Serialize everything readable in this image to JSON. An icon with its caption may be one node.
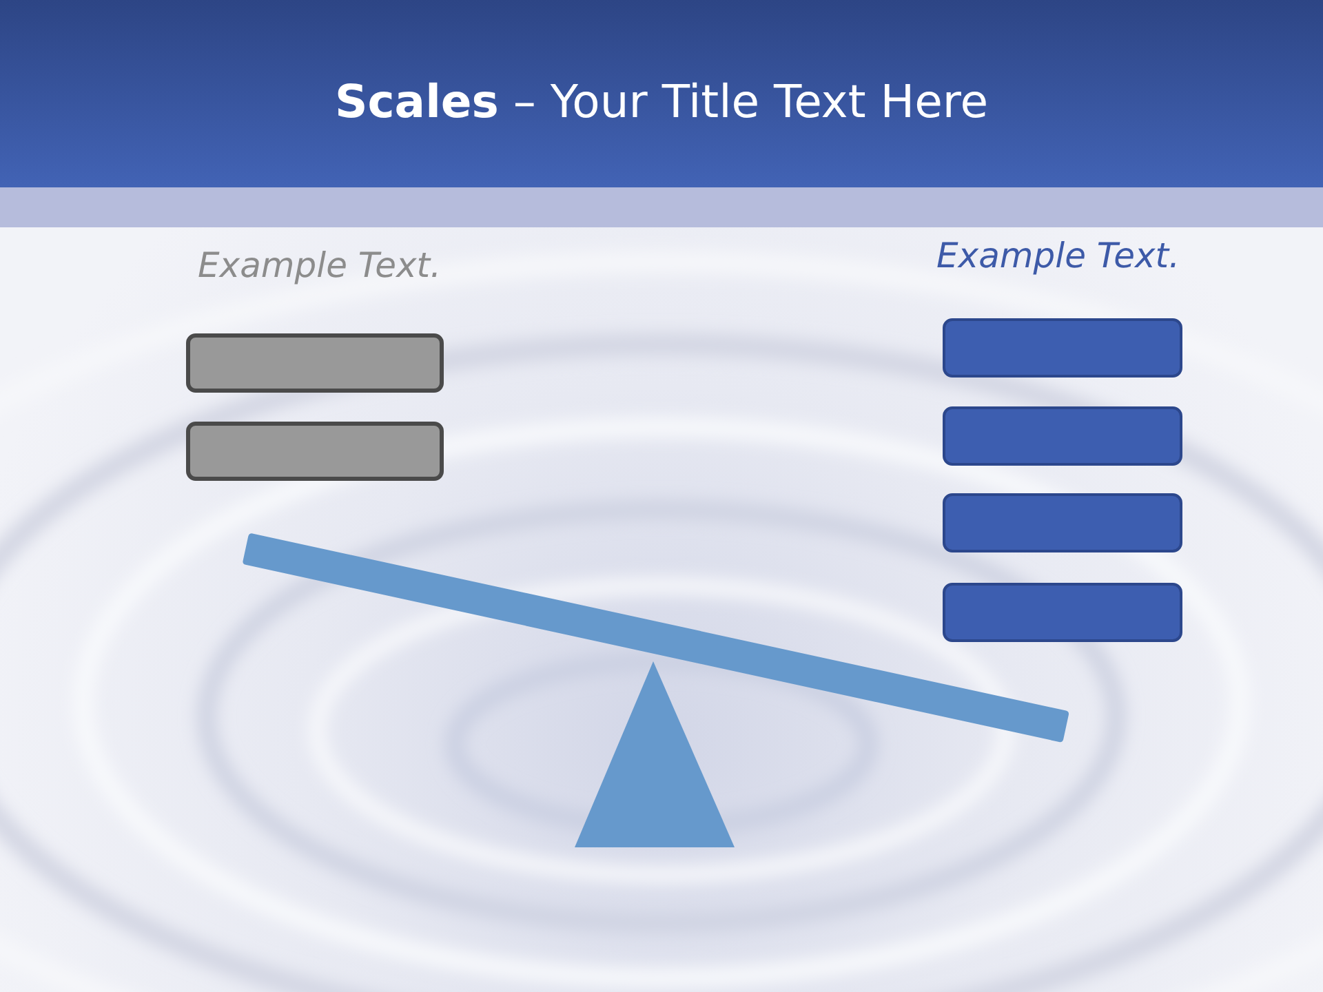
{
  "diagram": {
    "title": "**Scales** – Your Title Text Here",
    "nodes": [
      {
        "text": [],
        "shape": "box"
      },
      {
        "text": [],
        "shape": "box"
      },
      {
        "text": [],
        "shape": "box"
      },
      {
        "text": [],
        "shape": "box"
      },
      {
        "text": [],
        "shape": "box"
      },
      {
        "text": [],
        "shape": "box"
      }
    ],
    "edges": [],
    "labels": [
      "Example Text.",
      "Example Text."
    ]
  }
}
